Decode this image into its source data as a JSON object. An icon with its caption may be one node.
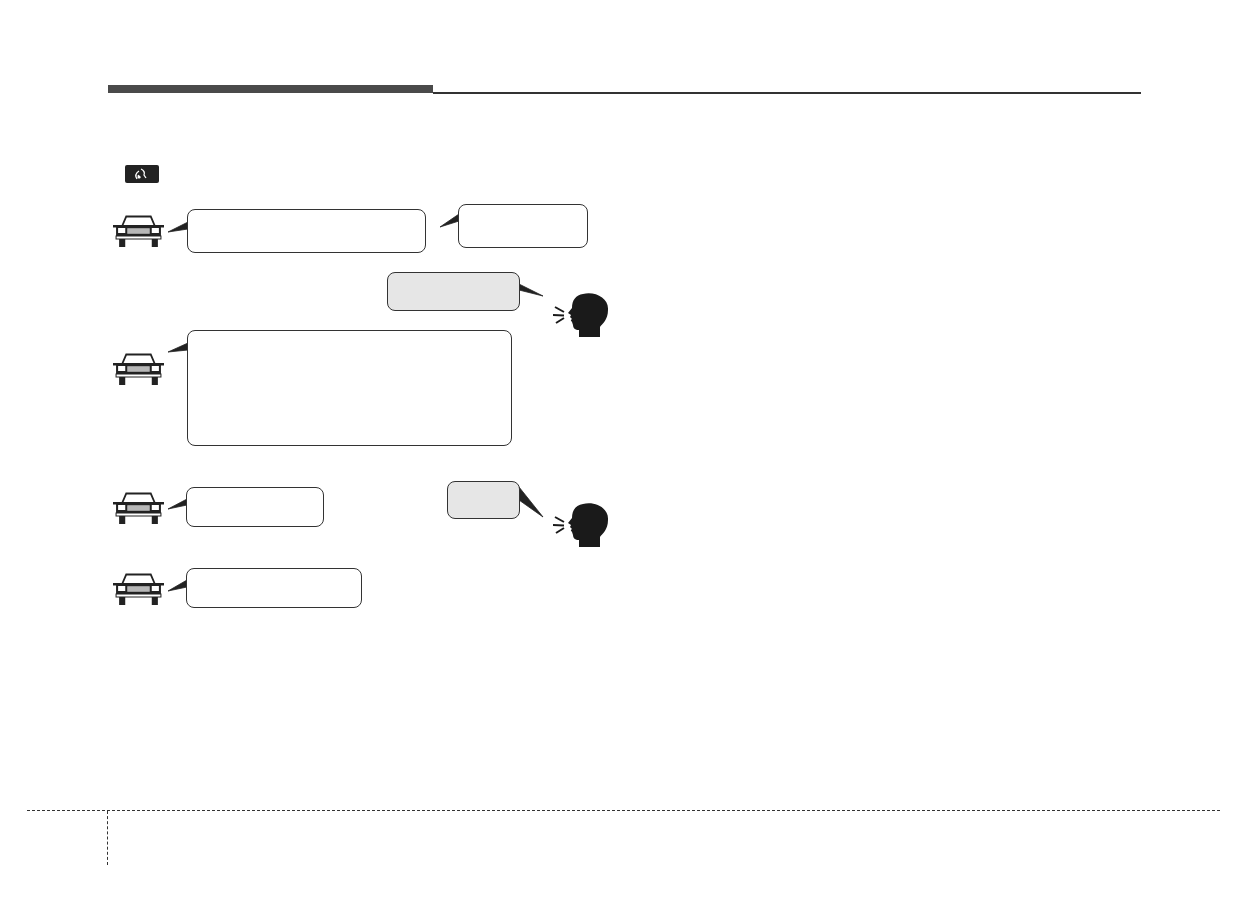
{
  "diagram": {
    "nodes": [
      {
        "text": [],
        "shape": "picture"
      },
      {
        "text": [],
        "shape": "box"
      },
      {
        "text": [],
        "shape": "box"
      },
      {
        "text": [],
        "shape": "box"
      },
      {
        "text": [],
        "shape": "person"
      },
      {
        "text": [],
        "shape": "picture"
      },
      {
        "text": [],
        "shape": "box"
      },
      {
        "text": [],
        "shape": "picture"
      },
      {
        "text": [],
        "shape": "box"
      },
      {
        "text": [],
        "shape": "box"
      },
      {
        "text": [],
        "shape": "person"
      },
      {
        "text": [],
        "shape": "picture"
      },
      {
        "text": [],
        "shape": "box"
      }
    ],
    "edges": [
      {
        "from": 1,
        "to": 0,
        "arrow": "to"
      },
      {
        "from": 2,
        "to": 1,
        "arrow": "to"
      },
      {
        "from": 3,
        "to": 4,
        "arrow": "to"
      },
      {
        "from": 6,
        "to": 5,
        "arrow": "to"
      },
      {
        "from": 8,
        "to": 7,
        "arrow": "to"
      },
      {
        "from": 9,
        "to": 10,
        "arrow": "to"
      },
      {
        "from": 12,
        "to": 11,
        "arrow": "to"
      }
    ]
  }
}
